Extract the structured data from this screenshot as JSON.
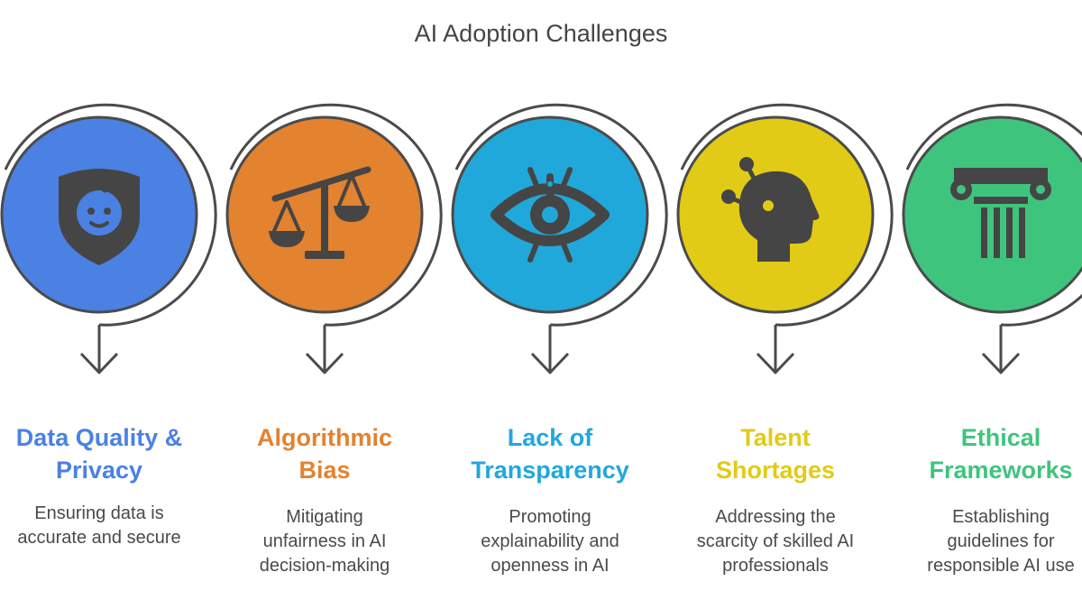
{
  "title": "AI Adoption Challenges",
  "colors": {
    "outline": "#4b4b4b",
    "icon": "#454545"
  },
  "steps": [
    {
      "id": "data-quality",
      "color": "#4a81e3",
      "icon": "shield-face-icon",
      "title_lines": [
        "Data Quality &",
        "Privacy"
      ],
      "desc_lines": [
        "Ensuring data is",
        "accurate and secure"
      ]
    },
    {
      "id": "algorithmic-bias",
      "color": "#e3822f",
      "icon": "balance-scale-icon",
      "title_lines": [
        "Algorithmic",
        "Bias"
      ],
      "desc_lines": [
        "Mitigating",
        "unfairness in AI",
        "decision-making"
      ]
    },
    {
      "id": "transparency",
      "color": "#21a8db",
      "icon": "eye-icon",
      "title_lines": [
        "Lack of",
        "Transparency"
      ],
      "desc_lines": [
        "Promoting",
        "explainability and",
        "openness in AI"
      ]
    },
    {
      "id": "talent",
      "color": "#e1cb16",
      "icon": "head-network-icon",
      "title_lines": [
        "Talent",
        "Shortages"
      ],
      "desc_lines": [
        "Addressing the",
        "scarcity of skilled AI",
        "professionals"
      ]
    },
    {
      "id": "ethics",
      "color": "#3fc47d",
      "icon": "pillar-icon",
      "title_lines": [
        "Ethical",
        "Frameworks"
      ],
      "desc_lines": [
        "Establishing",
        "guidelines for",
        "responsible AI use"
      ]
    }
  ]
}
